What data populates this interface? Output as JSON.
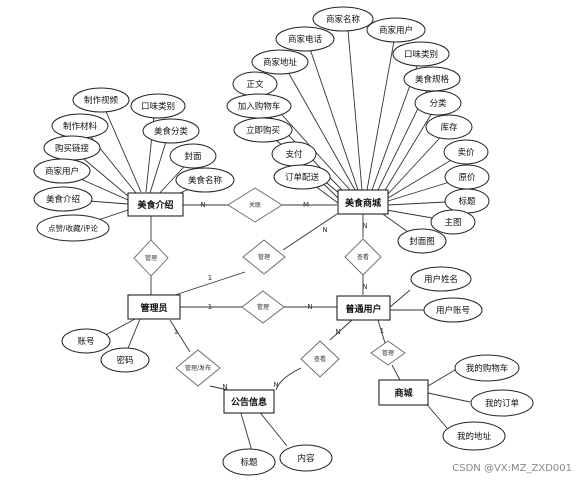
{
  "entities": {
    "food_intro": "美食介绍",
    "food_mall": "美食商城",
    "admin": "管理员",
    "normal_user": "普通用户",
    "notice": "公告信息",
    "mall": "商城"
  },
  "food_intro_attrs": {
    "video": "制作视频",
    "flavor": "口味类别",
    "materials": "制作材料",
    "food_category": "美食分类",
    "buy_link": "购买链接",
    "cover": "封面",
    "merchant_user": "商家用户",
    "food_name": "美食名称",
    "food_intro": "美食介绍",
    "like_fav_comment": "点赞/收藏/评论"
  },
  "food_mall_attrs": {
    "merchant_name": "商家名称",
    "merchant_phone": "商家电话",
    "merchant_user": "商家用户",
    "merchant_address": "商家地址",
    "flavor": "口味类别",
    "body": "正文",
    "food_spec": "美食规格",
    "add_cart": "加入购物车",
    "category": "分类",
    "buy_now": "立即购买",
    "stock": "库存",
    "pay": "支付",
    "price": "卖价",
    "original_price": "原价",
    "order_delivery": "订单配送",
    "title": "标题",
    "main_image": "主图",
    "cover_image": "封面图"
  },
  "user_attrs": {
    "username": "用户姓名",
    "account": "用户账号"
  },
  "admin_attrs": {
    "account": "账号",
    "password": "密码"
  },
  "notice_attrs": {
    "title": "标题",
    "content": "内容"
  },
  "mall_attrs": {
    "cart": "我的购物车",
    "orders": "我的订单",
    "address": "我的地址"
  },
  "relations": {
    "intro_mall": "关联",
    "admin_intro": "管理",
    "admin_mall": "管理",
    "user_mall": "查看",
    "admin_user": "管理",
    "admin_notice": "管理/发布",
    "user_notice": "查看",
    "user_shop": "管理"
  },
  "cardinality": {
    "n": "N",
    "m": "M",
    "one": "1"
  },
  "watermark": "CSDN @VX:MZ_ZXD001"
}
